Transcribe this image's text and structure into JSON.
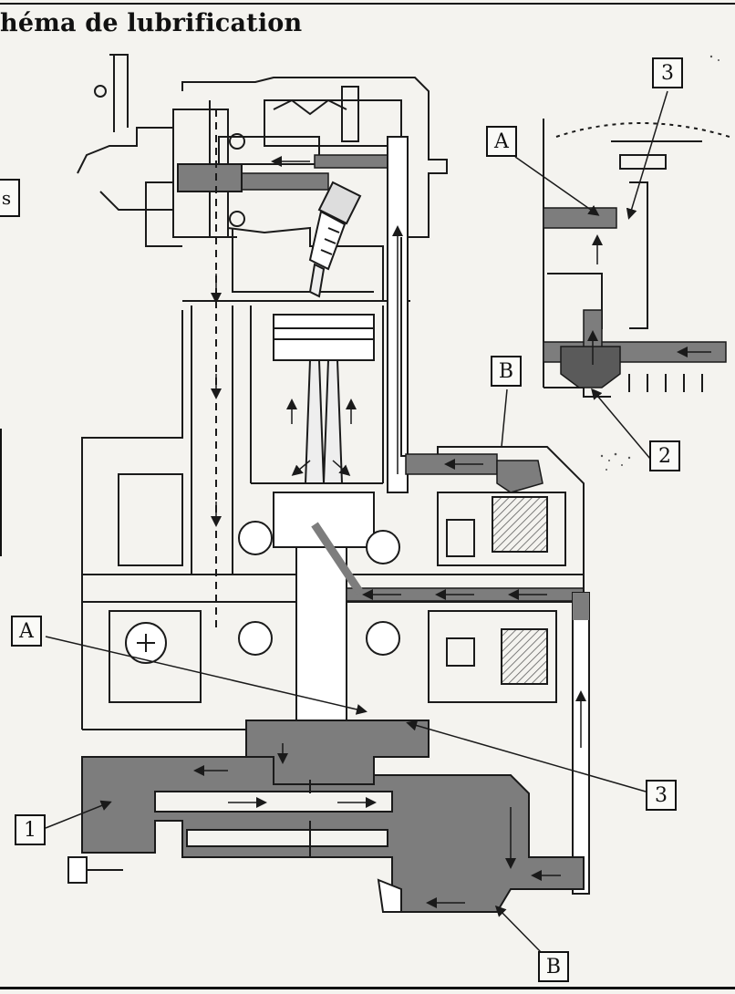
{
  "title": "héma de lubrification",
  "edge_label": "s",
  "callouts": {
    "top_3": "3",
    "top_A": "A",
    "top_B": "B",
    "top_2": "2",
    "mid_A": "A",
    "mid_3": "3",
    "bot_1": "1",
    "bot_B": "B"
  },
  "colors": {
    "oil_fill": "#7d7d7d",
    "line": "#1a1a1a",
    "paper": "#f4f3ef"
  }
}
